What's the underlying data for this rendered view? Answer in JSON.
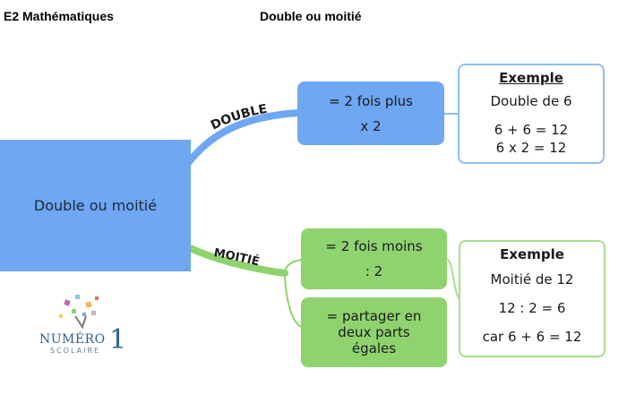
{
  "header": {
    "left": "E2 Mathématiques",
    "center": "Double ou moitié"
  },
  "central": {
    "label": "Double ou moitié"
  },
  "branches": {
    "double": {
      "label": "DOUBLE",
      "box": [
        "= 2 fois plus",
        "x 2"
      ],
      "example": {
        "title": "Exemple",
        "lines": [
          "Double de 6",
          "6 + 6 = 12",
          "6 x 2 = 12"
        ]
      }
    },
    "moitie": {
      "label": "MOITIÉ",
      "box1": [
        "= 2 fois moins",
        ": 2"
      ],
      "box2": [
        "= partager en",
        "deux parts",
        "égales"
      ],
      "example": {
        "title": "Exemple",
        "lines": [
          "Moitié de 12",
          "12 : 2 = 6",
          "car 6 + 6 = 12"
        ]
      }
    }
  },
  "logo": {
    "main": "NUMÉRO",
    "digit": "1",
    "sub": "SCOLAIRE"
  },
  "colors": {
    "blue": "#6ea7f2",
    "green": "#8fd36f",
    "blue_border": "#8fbef5",
    "green_border": "#a8dd8c"
  }
}
